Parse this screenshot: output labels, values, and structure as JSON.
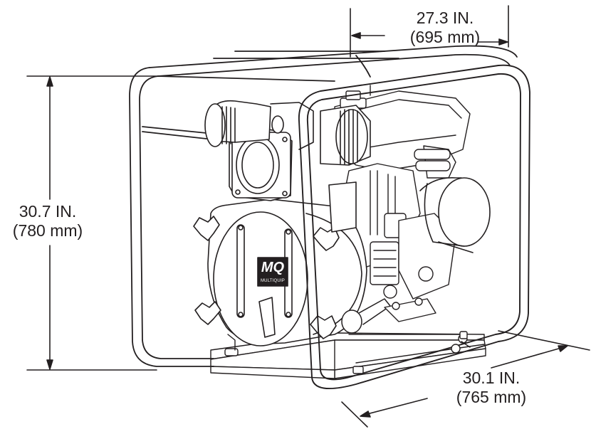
{
  "dimensions": {
    "width": {
      "imperial": "27.3 IN.",
      "metric": "(695 mm)"
    },
    "height": {
      "imperial": "30.7 IN.",
      "metric": "(780 mm)"
    },
    "depth": {
      "imperial": "30.1 IN.",
      "metric": "(765 mm)"
    }
  },
  "logo": {
    "mark": "MQ",
    "text": "MULTIQUIP"
  },
  "colors": {
    "line": "#231f20",
    "background": "#ffffff",
    "logo_fill": "#231f20"
  }
}
